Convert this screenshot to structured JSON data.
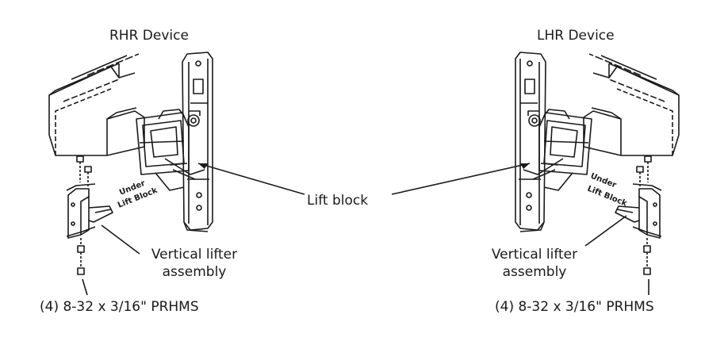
{
  "diagram": {
    "rhr": {
      "title": "RHR Device",
      "vertical_lifter_line1": "Vertical lifter",
      "vertical_lifter_line2": "assembly",
      "screws": "(4) 8-32 x 3/16\" PRHMS",
      "engraved_line1": "Under",
      "engraved_line2": "Lift Block"
    },
    "lhr": {
      "title": "LHR Device",
      "vertical_lifter_line1": "Vertical lifter",
      "vertical_lifter_line2": "assembly",
      "screws": "(4) 8-32 x 3/16\" PRHMS",
      "engraved_line1": "Under",
      "engraved_line2": "Lift Block"
    },
    "lift_block": "Lift block"
  }
}
